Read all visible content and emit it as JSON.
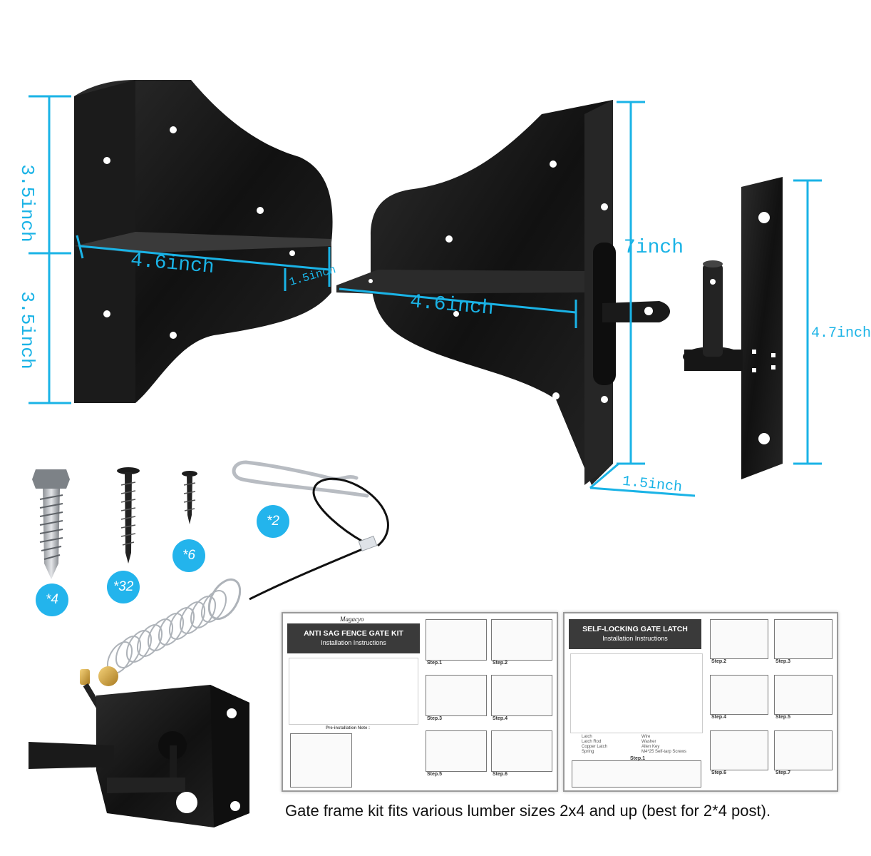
{
  "dimensions": {
    "left_bracket_top_height": "3.5inch",
    "left_bracket_bottom_height": "3.5inch",
    "left_bracket_width": "4.6inch",
    "left_bracket_depth": "1.5inch",
    "right_bracket_height": "7inch",
    "right_bracket_width": "4.6inch",
    "right_bracket_depth": "1.5inch",
    "hinge_plate_height": "4.7inch"
  },
  "quantities": {
    "lag_bolt": "*4",
    "long_screw": "*32",
    "short_screw": "*6",
    "cotter_pin": "*2"
  },
  "manual_left": {
    "brand": "Magacyo",
    "title": "ANTI SAG FENCE GATE KIT",
    "subtitle": "Installation Instructions",
    "pre_note": "Pre-installation Note :",
    "steps": [
      "Step.1",
      "Step.2",
      "Step.3",
      "Step.4",
      "Step.5",
      "Step.6"
    ]
  },
  "manual_right": {
    "title": "SELF-LOCKING GATE LATCH",
    "subtitle": "Installation Instructions",
    "parts": [
      "Latch",
      "Latch Rod",
      "Copper Latch",
      "Spring",
      "Wire",
      "Washer",
      "Allen Key",
      "M4*25 Self-tarp Screws"
    ],
    "steps": [
      "Step.1",
      "Step.2",
      "Step.3",
      "Step.4",
      "Step.5",
      "Step.6",
      "Step.7"
    ]
  },
  "caption": "Gate frame kit fits various lumber sizes 2x4 and up (best for 2*4 post).",
  "colors": {
    "dimension": "#1ab3e6",
    "badge": "#23b4ec",
    "metal": "#141414"
  }
}
